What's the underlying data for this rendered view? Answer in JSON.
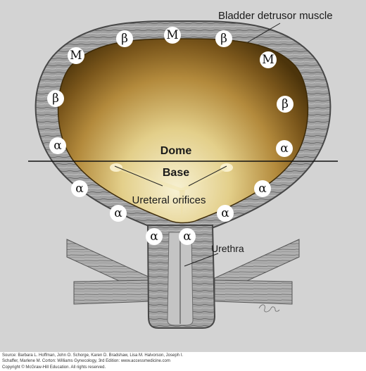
{
  "labels": {
    "detrusor": "Bladder detrusor muscle",
    "dome": "Dome",
    "base": "Base",
    "ureteral": "Ureteral orifices",
    "urethra": "Urethra"
  },
  "receptors": {
    "beta": "β",
    "muscarinic": "M",
    "alpha": "α"
  },
  "credit": {
    "line1": "Source: Barbara L. Hoffman, John O. Schorge, Karen D. Bradshaw, Lisa M. Halvorson, Joseph I.",
    "line2": "Schaffer, Marlene M. Corton: Williams Gynecology, 3rd Edition: www.accessmedicine.com",
    "line3": "Copyright © McGraw-Hill Education. All rights reserved."
  },
  "colors": {
    "background": "#d3d3d3",
    "wall": "#9c9c9c",
    "lumen_light": "#f4ecc4",
    "lumen_dark": "#5a3f0e"
  }
}
